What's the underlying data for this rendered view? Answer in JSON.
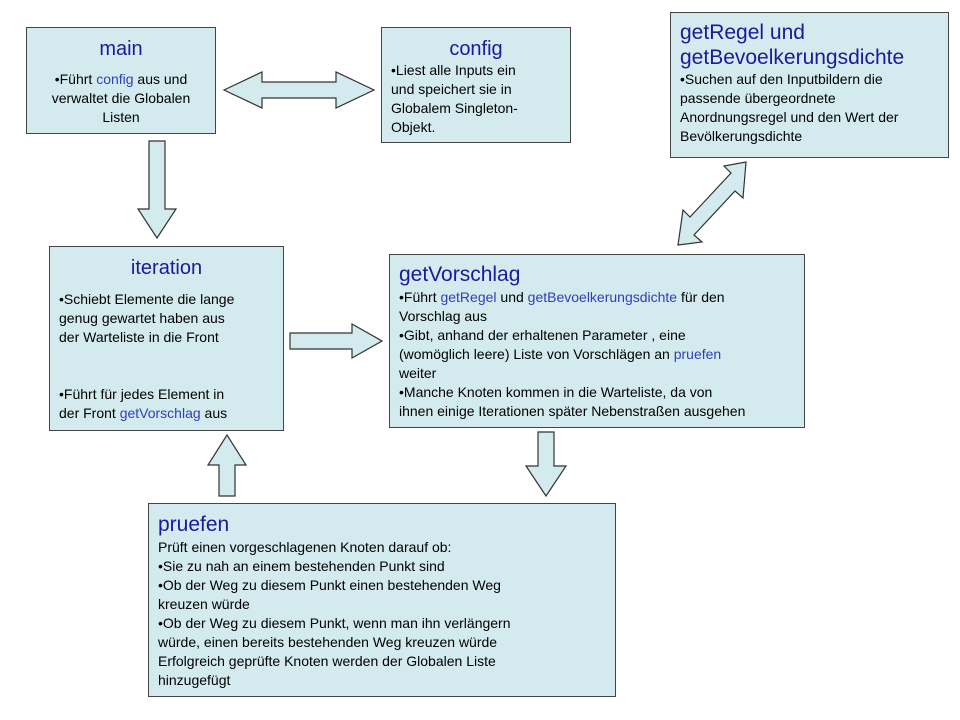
{
  "colors": {
    "box_fill": "#d3ebee",
    "title": "#1a1a9a",
    "highlight": "#2f3fb8"
  },
  "main": {
    "title": "main",
    "line1_pre": "•Führt ",
    "line1_hl": "config",
    "line1_post": " aus und",
    "line2": "verwaltet die Globalen",
    "line3": "Listen"
  },
  "config": {
    "title": "config",
    "lines": [
      "•Liest alle Inputs ein",
      "und speichert sie in",
      "Globalem Singleton-",
      "Objekt."
    ]
  },
  "getregel": {
    "title_line1": "getRegel und",
    "title_line2": "getBevoelkerungsdichte",
    "lines": [
      "•Suchen auf den Inputbildern die",
      "passende übergeordnete",
      "Anordnungsregel und den Wert der",
      "Bevölkerungsdichte"
    ]
  },
  "iteration": {
    "title": "iteration",
    "lines": [
      "•Schiebt Elemente die lange",
      "genug gewartet haben aus",
      "der Warteliste in die Front"
    ],
    "line4": "•Führt für jedes Element in",
    "line5_pre": "der Front ",
    "line5_hl": "getVorschlag",
    "line5_post": " aus"
  },
  "getvorschlag": {
    "title": "getVorschlag",
    "line1_pre": "•Führt ",
    "line1_hl1": "getRegel",
    "line1_mid": " und ",
    "line1_hl2": "getBevoelkerungsdichte",
    "line1_post": " für den",
    "line2": "Vorschlag aus",
    "line3": "•Gibt, anhand der erhaltenen Parameter , eine",
    "line4_pre": "(womöglich leere) Liste von Vorschlägen an ",
    "line4_hl": "pruefen",
    "line5": "weiter",
    "line6": "•Manche Knoten kommen in die Warteliste, da von",
    "line7": "ihnen einige Iterationen später Nebenstraßen ausgehen"
  },
  "pruefen": {
    "title": "pruefen",
    "lines": [
      "Prüft einen vorgeschlagenen Knoten darauf ob:",
      "•Sie zu nah an einem bestehenden Punkt sind",
      "•Ob der Weg zu diesem Punkt einen bestehenden Weg",
      "kreuzen würde",
      "•Ob der Weg zu diesem Punkt, wenn man ihn verlängern",
      "würde, einen bereits bestehenden Weg kreuzen würde",
      "Erfolgreich geprüfte Knoten werden der Globalen Liste",
      "hinzugefügt"
    ]
  }
}
